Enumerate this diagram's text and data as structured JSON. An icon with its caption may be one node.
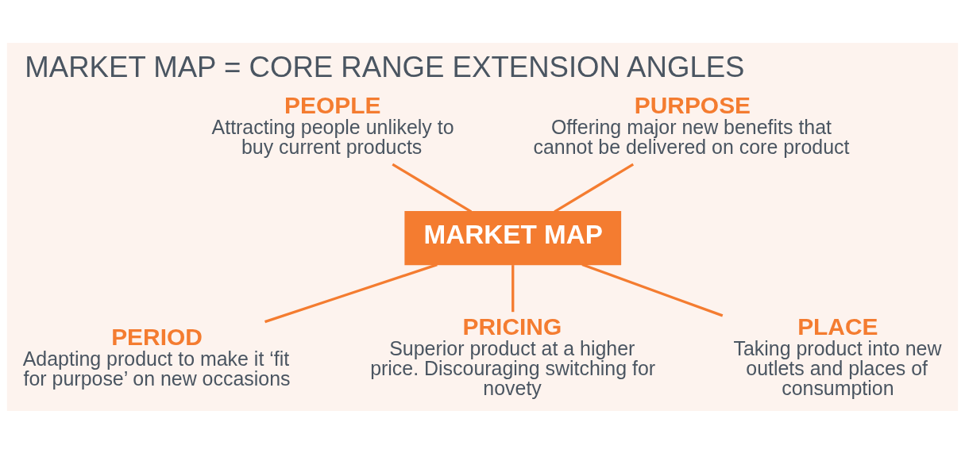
{
  "diagram": {
    "title": "MARKET MAP = CORE RANGE EXTENSION ANGLES",
    "nodes": [
      {
        "text": [
          "PEOPLE",
          "Attracting people unlikely to buy current products"
        ]
      },
      {
        "text": [
          "PURPOSE",
          "Offering major new benefits that cannot be delivered on core product"
        ]
      },
      {
        "text": [
          "MARKET MAP"
        ]
      },
      {
        "text": [
          "PERIOD",
          "Adapting product to make it ‘fit for purpose’ on new occasions"
        ]
      },
      {
        "text": [
          "PRICING",
          "Superior product at a higher price. Discouraging switching for novety"
        ]
      },
      {
        "text": [
          "PLACE",
          "Taking product into new outlets and places of consumption"
        ]
      }
    ],
    "edges": [
      {
        "from": 2,
        "to": 0,
        "arrow": "none"
      },
      {
        "from": 2,
        "to": 1,
        "arrow": "none"
      },
      {
        "from": 2,
        "to": 3,
        "arrow": "none"
      },
      {
        "from": 2,
        "to": 4,
        "arrow": "none"
      },
      {
        "from": 2,
        "to": 5,
        "arrow": "none"
      }
    ]
  }
}
